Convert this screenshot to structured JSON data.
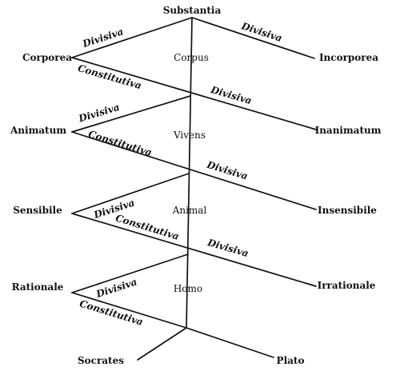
{
  "nodes": {
    "substantia": "Substantia",
    "corporea": "Corporea",
    "incorporea": "Incorporea",
    "corpus": "Corpus",
    "animatum": "Animatum",
    "inanimatum": "Inanimatum",
    "vivens": "Vivens",
    "sensibile": "Sensibile",
    "insensibile": "Insensibile",
    "animal": "Animal",
    "rationale": "Rationale",
    "irrationale": "Irrationale",
    "homo": "Homo",
    "socrates": "Socrates",
    "plato": "Plato"
  },
  "edges": {
    "divisiva": "Divisiva",
    "constitutiva": "Constitutiva"
  }
}
